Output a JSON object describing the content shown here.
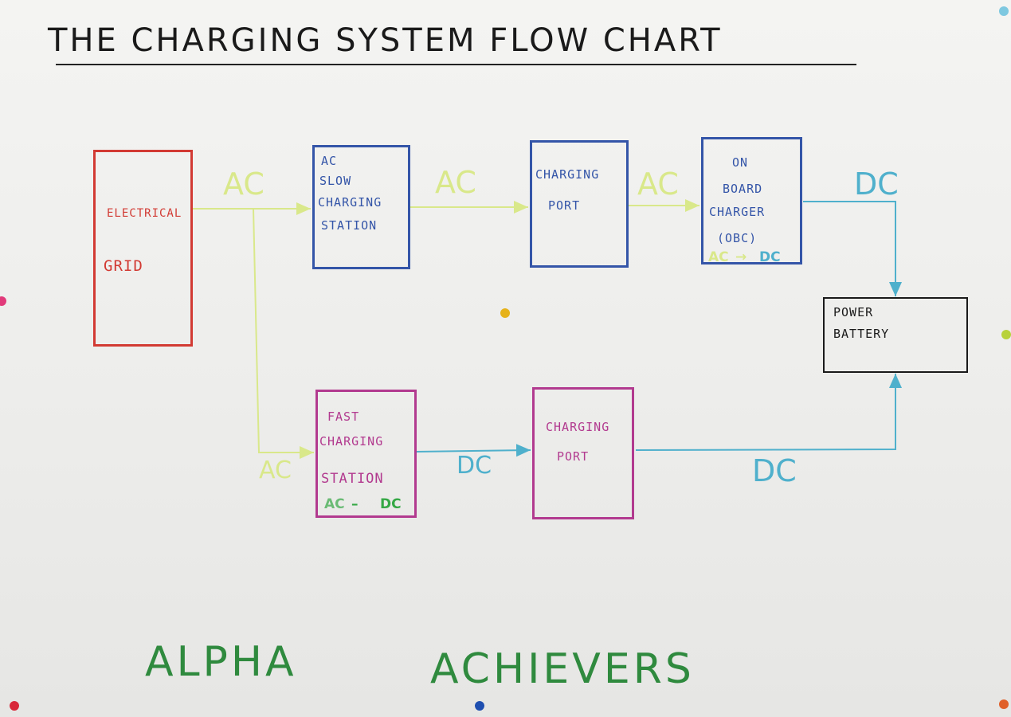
{
  "title": "THE CHARGING SYSTEM FLOW CHART",
  "nodes": {
    "grid": {
      "line1": "ELECTRICAL",
      "line2": "GRID"
    },
    "ac_slow": {
      "line1": "AC",
      "line2": "SLOW",
      "line3": "CHARGING",
      "line4": "STATION"
    },
    "port_top": {
      "line1": "CHARGING",
      "line2": "PORT"
    },
    "obc": {
      "line1": "ON",
      "line2": "BOARD",
      "line3": "CHARGER",
      "line4": "(OBC)",
      "conv_from": "AC",
      "conv_to": "DC"
    },
    "battery": {
      "line1": "POWER",
      "line2": "BATTERY"
    },
    "fast": {
      "line1": "FAST",
      "line2": "CHARGING",
      "line3": "STATION",
      "conv_from": "AC",
      "conv_to": "DC"
    },
    "port_bottom": {
      "line1": "CHARGING",
      "line2": "PORT"
    }
  },
  "edge_labels": {
    "grid_to_slow": "AC",
    "slow_to_port": "AC",
    "port_to_obc": "AC",
    "obc_to_battery": "DC",
    "grid_to_fast": "AC",
    "fast_to_port": "DC",
    "port_to_battery": "DC"
  },
  "footer": {
    "left": "ALPHA",
    "right": "ACHIEVERS"
  },
  "colors": {
    "ac": "#d9e88a",
    "dc": "#4fb0cc",
    "grid": "#d23a33",
    "ac_box": "#3455a8",
    "fast_box": "#b23a8f",
    "battery": "#1a1a1a",
    "conv_green": "#35a845",
    "footer": "#2f8a3e"
  }
}
